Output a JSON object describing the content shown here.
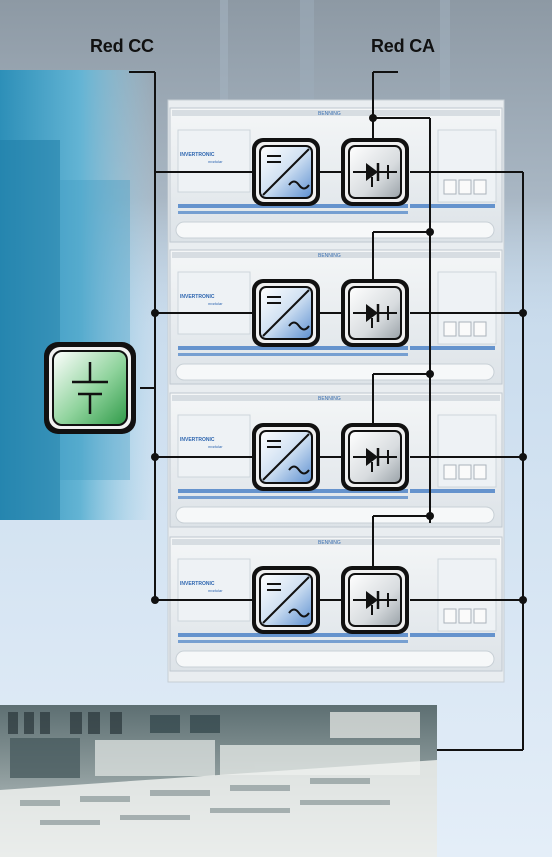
{
  "labels": {
    "dc_network": "Red CC",
    "ac_network": "Red CA"
  },
  "rack": {
    "brand_text": "BENNING",
    "unit_name": "INVERTRONIC",
    "unit_subname": "modular",
    "units": 4
  },
  "icons": {
    "battery": "battery-icon",
    "inverter": "inverter-dc-ac-icon",
    "static_switch": "static-bypass-switch-icon"
  },
  "colors": {
    "battery_green": "#3caa52",
    "background_blue": "#c7dcef",
    "line": "#111111"
  }
}
